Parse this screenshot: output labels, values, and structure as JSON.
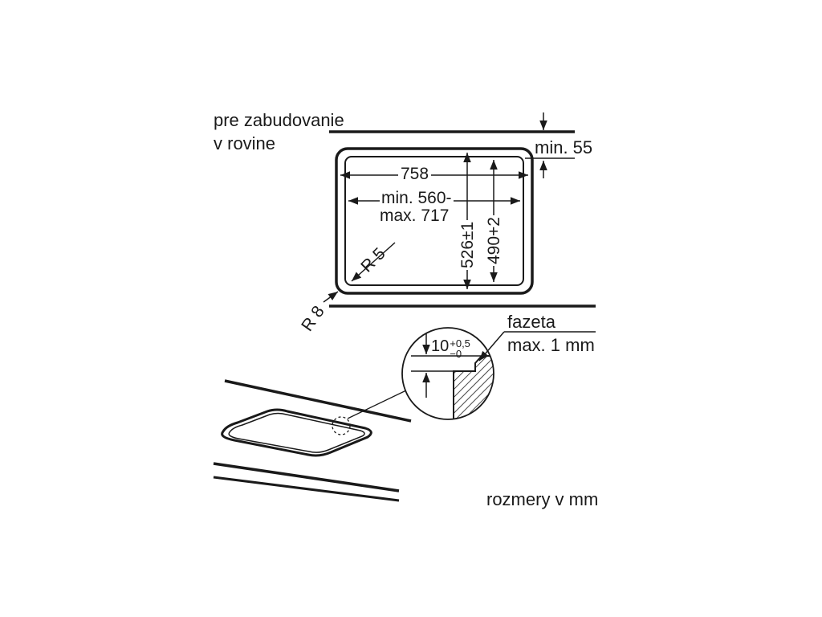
{
  "installation": {
    "line1": "pre zabudovanie",
    "line2": "v rovine"
  },
  "dimensions": {
    "clearance": "min. 55",
    "width_outer": "758",
    "width_min": "min. 560-",
    "width_max": "max. 717",
    "depth_outer": "526±1",
    "depth_inner": "490+2",
    "radius_inner": "R 5",
    "radius_outer": "R 8"
  },
  "detail": {
    "rebate": "10",
    "rebate_tol_upper": "+0,5",
    "rebate_tol_lower": "−0",
    "chamfer_label": "fazeta",
    "chamfer_value": "max. 1 mm"
  },
  "units_note": "rozmery v mm"
}
